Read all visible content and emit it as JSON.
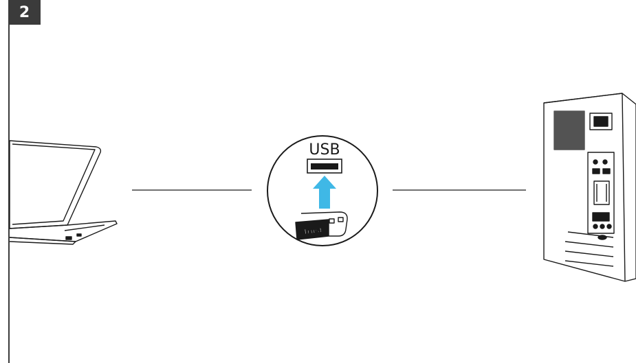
{
  "step": {
    "number": "2"
  },
  "usb_callout": {
    "port_label": "USB",
    "brand": "Trust"
  },
  "icons": {
    "laptop": "laptop-icon",
    "desktop": "desktop-tower-icon",
    "usb_port": "usb-port-icon",
    "arrow": "arrow-up-icon",
    "receiver": "usb-receiver-icon"
  },
  "colors": {
    "badge": "#3b3b3b",
    "arrow": "#3fb8e6",
    "line": "#1a1a1a"
  }
}
